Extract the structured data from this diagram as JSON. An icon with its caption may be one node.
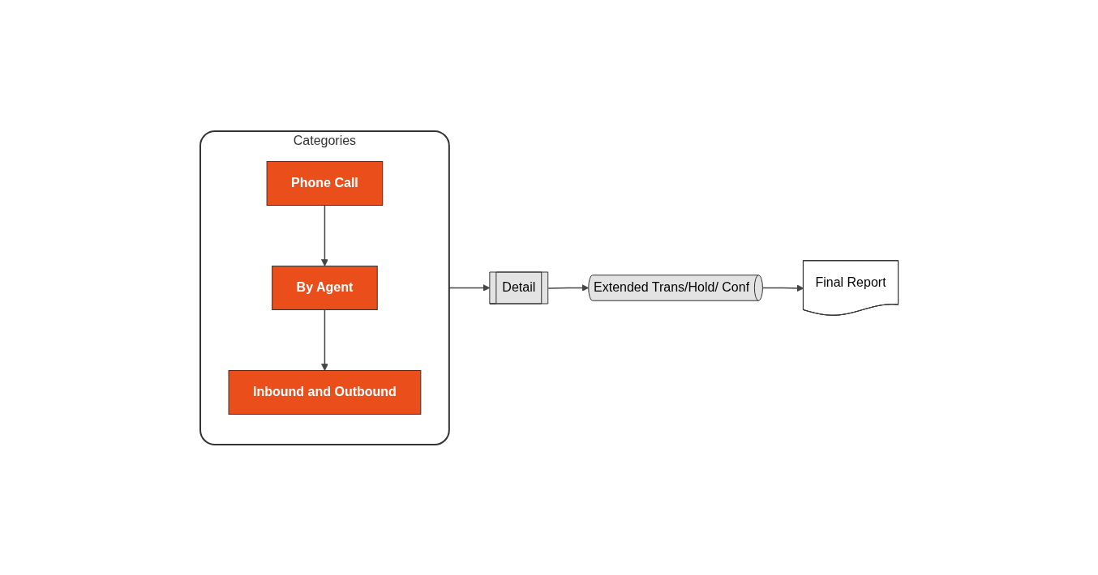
{
  "diagram": {
    "nodes": [
      {
        "text": [
          "Categories"
        ]
      },
      {
        "text": [
          "Phone Call"
        ],
        "in": 0
      },
      {
        "text": [
          "By Agent"
        ],
        "in": 0
      },
      {
        "text": [
          "Inbound and Outbound"
        ],
        "in": 0
      },
      {
        "text": [
          "Detail"
        ]
      },
      {
        "text": [
          "Extended Trans/Hold/ Conf"
        ]
      },
      {
        "text": [
          "Final Report"
        ]
      }
    ],
    "edges": [
      {
        "from": 1,
        "to": 2,
        "arrow": "to"
      },
      {
        "from": 2,
        "to": 3,
        "arrow": "to"
      },
      {
        "from": 0,
        "to": 4,
        "arrow": "to"
      },
      {
        "from": 4,
        "to": 5,
        "arrow": "to"
      },
      {
        "from": 5,
        "to": 6,
        "arrow": "to"
      }
    ]
  }
}
